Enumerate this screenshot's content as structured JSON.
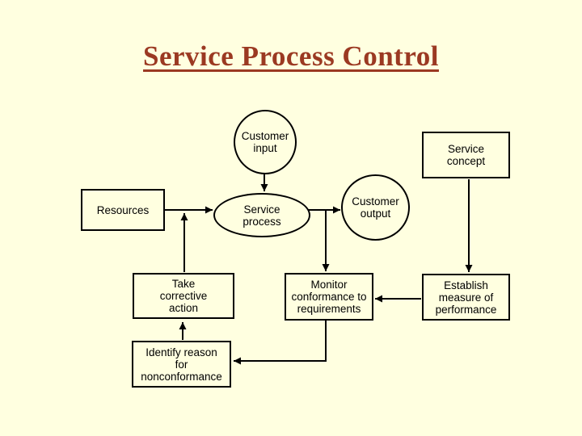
{
  "title": "Service Process Control",
  "colors": {
    "background": "#FFFFE0",
    "title_text": "#9B3922",
    "node_border": "#000000",
    "node_text": "#000000",
    "connector": "#000000"
  },
  "diagram": {
    "nodes": {
      "customer_input": {
        "label": "Customer\ninput",
        "shape": "ellipse"
      },
      "service_concept": {
        "label": "Service\nconcept",
        "shape": "rect"
      },
      "resources": {
        "label": "Resources",
        "shape": "rect"
      },
      "service_process": {
        "label": "Service\nprocess",
        "shape": "ellipse"
      },
      "customer_output": {
        "label": "Customer\noutput",
        "shape": "ellipse"
      },
      "take_corrective": {
        "label": "Take\ncorrective\naction",
        "shape": "rect"
      },
      "monitor": {
        "label": "Monitor\nconformance to\nrequirements",
        "shape": "rect"
      },
      "establish": {
        "label": "Establish\nmeasure of\nperformance",
        "shape": "rect"
      },
      "identify": {
        "label": "Identify reason\nfor\nnonconformance",
        "shape": "rect"
      }
    },
    "edges": [
      {
        "from": "customer_input",
        "to": "service_process"
      },
      {
        "from": "resources",
        "to": "service_process"
      },
      {
        "from": "take_corrective",
        "to": "service_process",
        "note": "joins resources-to-service-process arrow"
      },
      {
        "from": "service_process",
        "to": "customer_output"
      },
      {
        "from": "service_process",
        "to": "monitor",
        "note": "branch from output connector"
      },
      {
        "from": "service_concept",
        "to": "establish"
      },
      {
        "from": "establish",
        "to": "monitor"
      },
      {
        "from": "monitor",
        "to": "identify",
        "note": "down then left elbow"
      },
      {
        "from": "identify",
        "to": "take_corrective"
      }
    ]
  }
}
